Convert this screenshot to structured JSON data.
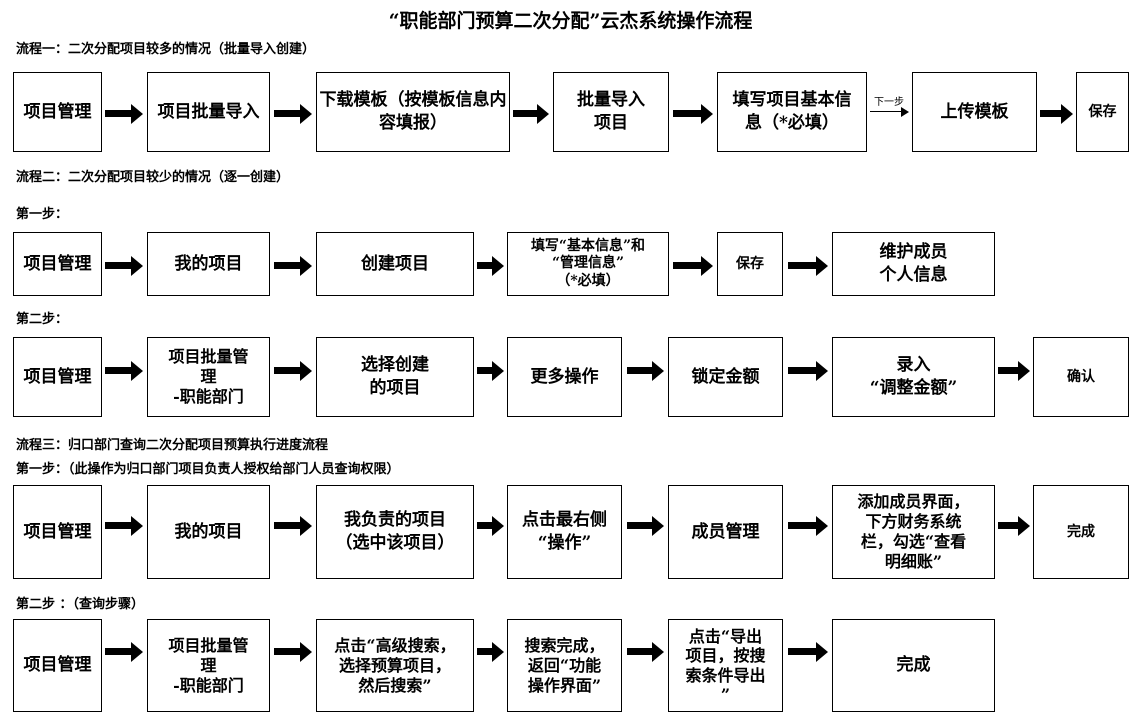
{
  "title": "“职能部门预算二次分配”云杰系统操作流程",
  "flow1": {
    "label": "流程一：二次分配项目较多的情况（批量导入创建）",
    "boxes": [
      "项目管理",
      "项目批量导入",
      "下载模板（按模板信息内容填报）",
      "批量导入\n项目",
      "填写项目基本信\n息（*必填）",
      "上传模板",
      "保存"
    ],
    "next_step_label": "下一步"
  },
  "flow2": {
    "label": "流程二：二次分配项目较少的情况（逐一创建）",
    "step1": {
      "label": "第一步：",
      "boxes": [
        "项目管理",
        "我的项目",
        "创建项目",
        "填写“基本信息”和\n“管理信息”\n（*必填）",
        "保存",
        "维护成员\n个人信息"
      ]
    },
    "step2": {
      "label": "第二步：",
      "boxes": [
        "项目管理",
        "项目批量管\n理\n-职能部门",
        "选择创建\n的项目",
        "更多操作",
        "锁定金额",
        "录入\n“调整金额”",
        "确认"
      ]
    }
  },
  "flow3": {
    "label": "流程三：归口部门查询二次分配项目预算执行进度流程",
    "step1": {
      "label": "第一步：（此操作为归口部门项目负责人授权给部门人员查询权限）",
      "boxes": [
        "项目管理",
        "我的项目",
        "我负责的项目\n（选中该项目）",
        "点击最右侧\n“操作”",
        "成员管理",
        "添加成员界面，\n下方财务系统\n栏，勾选“查看\n明细账”",
        "完成"
      ]
    },
    "step2": {
      "label": "第二步 ：（查询步骤）",
      "boxes": [
        "项目管理",
        "项目批量管\n理\n-职能部门",
        "点击“高级搜索，\n选择预算项目，\n然后搜索”",
        "搜索完成，\n返回“功能\n操作界面”",
        "点击“导出\n项目，按搜\n索条件导出\n”",
        "完成"
      ]
    }
  }
}
